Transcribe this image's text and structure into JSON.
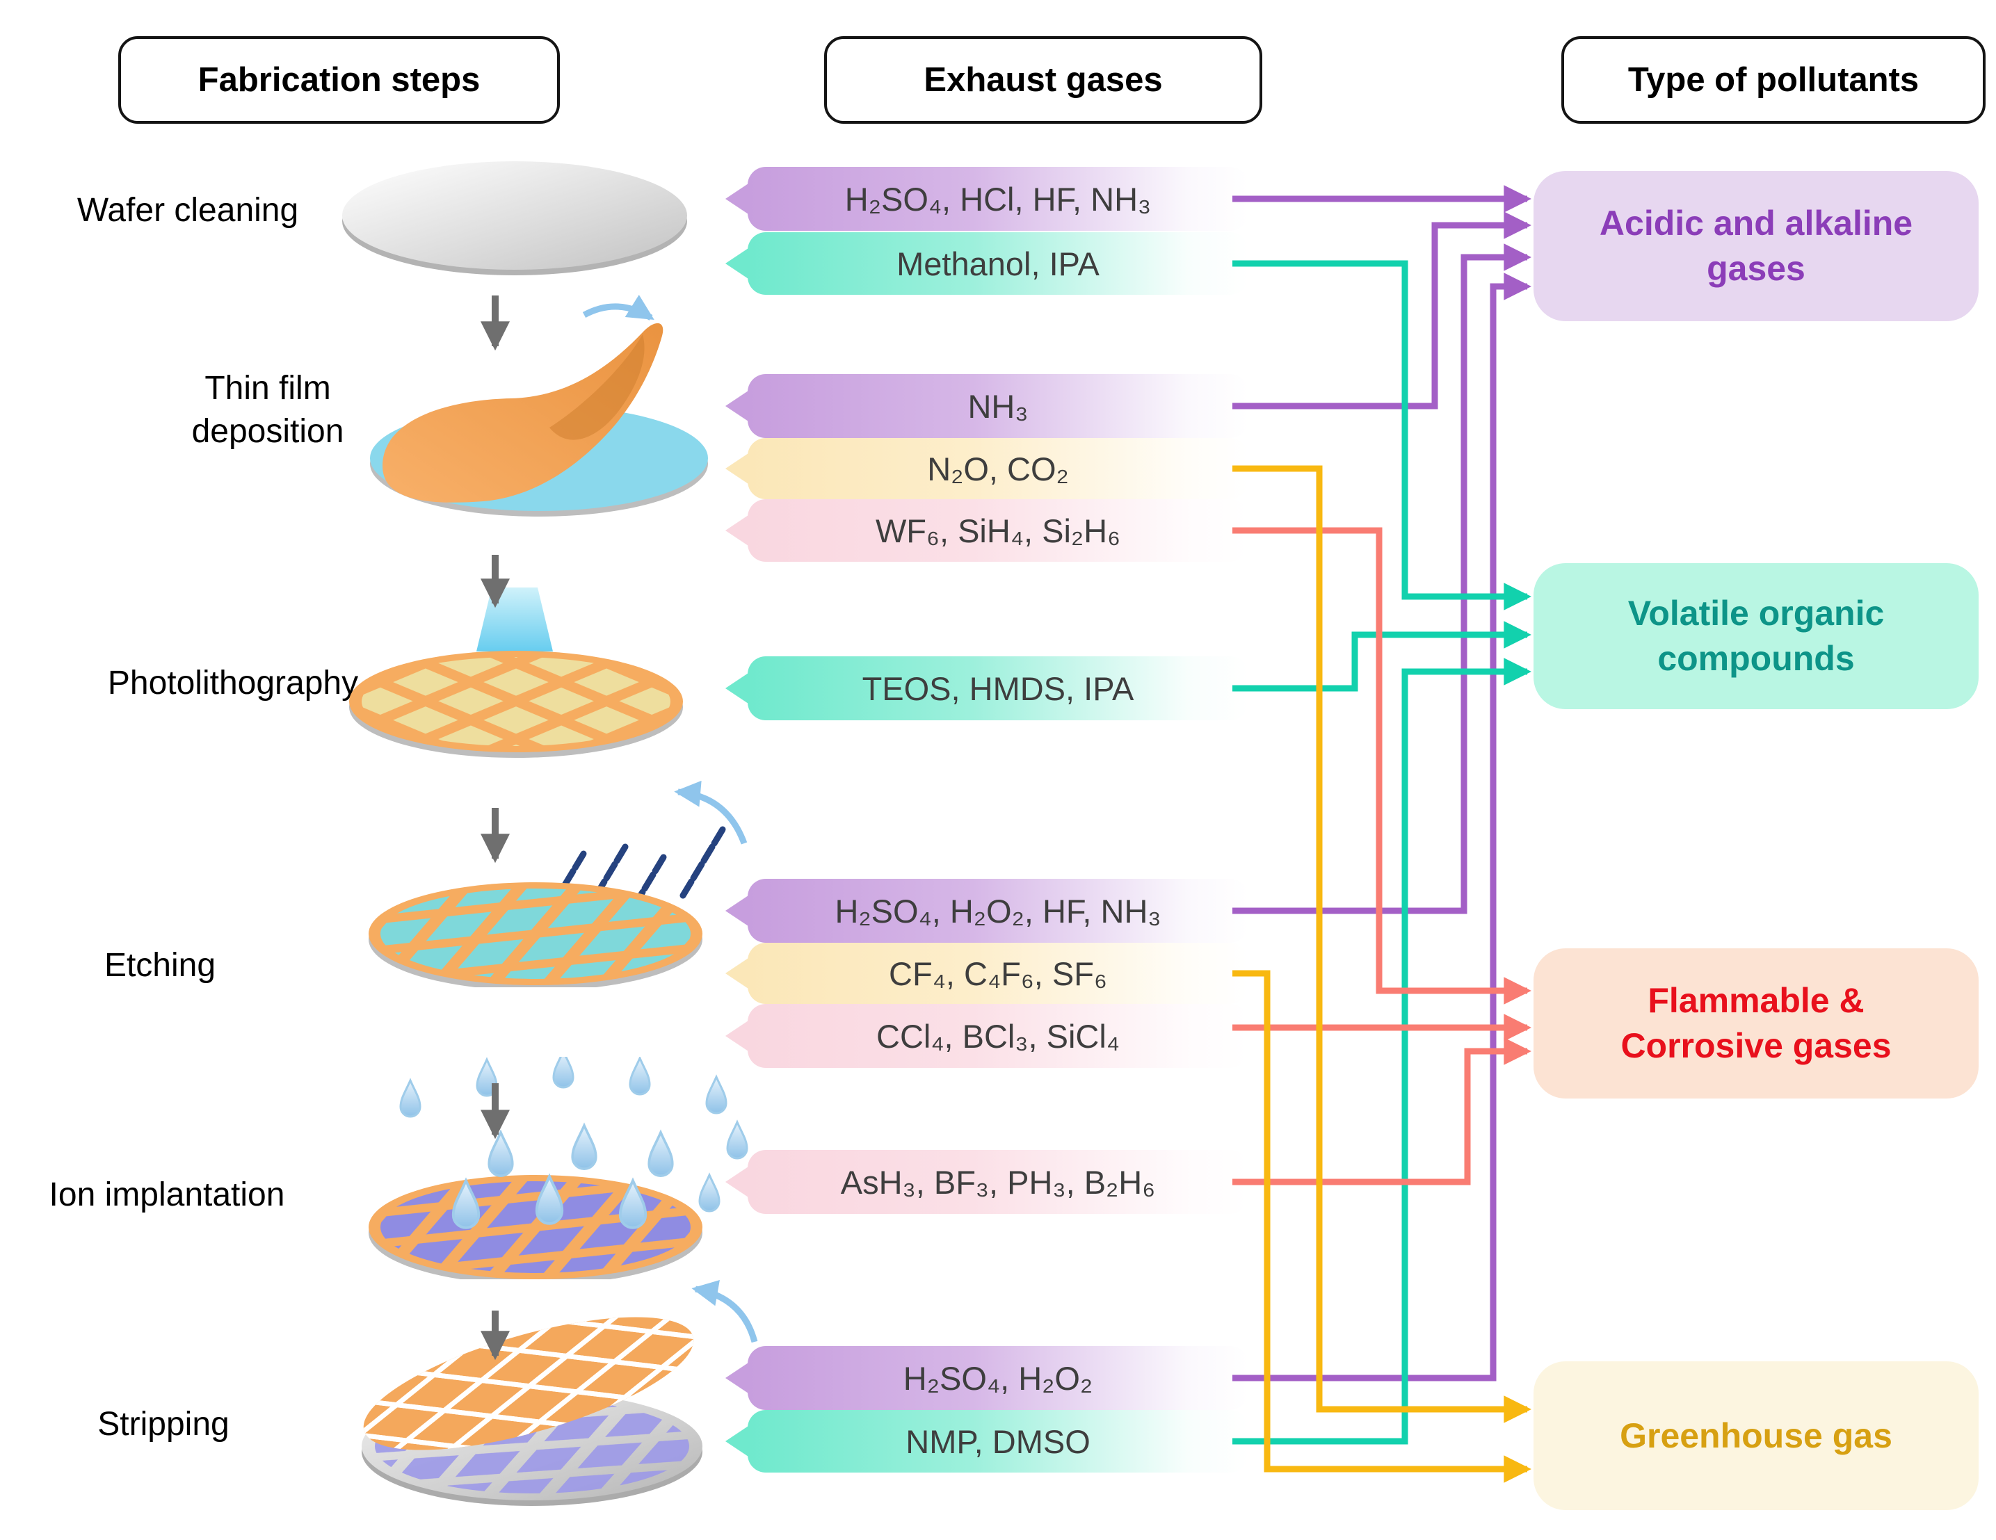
{
  "headers": {
    "fabrication": "Fabrication steps",
    "exhaust": "Exhaust gases",
    "pollutants": "Type of pollutants"
  },
  "steps": [
    {
      "id": "wafer-cleaning",
      "label": "Wafer cleaning"
    },
    {
      "id": "thin-film-deposition",
      "label": "Thin film\ndeposition"
    },
    {
      "id": "photolithography",
      "label": "Photolithography"
    },
    {
      "id": "etching",
      "label": "Etching"
    },
    {
      "id": "ion-implantation",
      "label": "Ion implantation"
    },
    {
      "id": "stripping",
      "label": "Stripping"
    }
  ],
  "bubbles": [
    {
      "step": "Wafer cleaning",
      "color": "purple",
      "text": "H₂SO₄, HCl, HF, NH₃"
    },
    {
      "step": "Wafer cleaning",
      "color": "teal",
      "text": "Methanol, IPA"
    },
    {
      "step": "Thin film deposition",
      "color": "purple",
      "text": "NH₃"
    },
    {
      "step": "Thin film deposition",
      "color": "yellow",
      "text": "N₂O, CO₂"
    },
    {
      "step": "Thin film deposition",
      "color": "pink",
      "text": "WF₆, SiH₄, Si₂H₆"
    },
    {
      "step": "Photolithography",
      "color": "teal",
      "text": "TEOS, HMDS, IPA"
    },
    {
      "step": "Etching",
      "color": "purple",
      "text": "H₂SO₄, H₂O₂, HF, NH₃"
    },
    {
      "step": "Etching",
      "color": "yellow",
      "text": "CF₄, C₄F₆, SF₆"
    },
    {
      "step": "Etching",
      "color": "pink",
      "text": "CCl₄, BCl₃, SiCl₄"
    },
    {
      "step": "Ion implantation",
      "color": "pink",
      "text": "AsH₃, BF₃, PH₃, B₂H₆"
    },
    {
      "step": "Stripping",
      "color": "purple",
      "text": "H₂SO₄, H₂O₂"
    },
    {
      "step": "Stripping",
      "color": "teal",
      "text": "NMP, DMSO"
    }
  ],
  "pollutant_boxes": [
    {
      "id": "acidic",
      "label": "Acidic and alkaline\ngases",
      "fill": "#e7d7f0",
      "text_color": "#8b3db8"
    },
    {
      "id": "voc",
      "label": "Volatile organic\ncompounds",
      "fill": "#b9f6e3",
      "text_color": "#0d9488"
    },
    {
      "id": "flammable",
      "label": "Flammable &\nCorrosive gases",
      "fill": "#fce3d3",
      "text_color": "#e8101c"
    },
    {
      "id": "greenhouse",
      "label": "Greenhouse gas",
      "fill": "#fcf5e0",
      "text_color": "#d7a012"
    }
  ],
  "line_colors": {
    "purple": "#a35fc6",
    "teal": "#12d1ad",
    "red": "#f97c72",
    "gold": "#f8b811"
  },
  "connections": [
    {
      "from": "H₂SO₄, HCl, HF, NH₃ (Wafer cleaning)",
      "to": "Acidic and alkaline gases",
      "color": "purple"
    },
    {
      "from": "Methanol, IPA (Wafer cleaning)",
      "to": "Volatile organic compounds",
      "color": "teal"
    },
    {
      "from": "NH₃ (Thin film deposition)",
      "to": "Acidic and alkaline gases",
      "color": "purple"
    },
    {
      "from": "N₂O, CO₂ (Thin film deposition)",
      "to": "Greenhouse gas",
      "color": "gold"
    },
    {
      "from": "WF₆, SiH₄, Si₂H₆ (Thin film deposition)",
      "to": "Flammable & Corrosive gases",
      "color": "red"
    },
    {
      "from": "TEOS, HMDS, IPA (Photolithography)",
      "to": "Volatile organic compounds",
      "color": "teal"
    },
    {
      "from": "H₂SO₄, H₂O₂, HF, NH₃ (Etching)",
      "to": "Acidic and alkaline gases",
      "color": "purple"
    },
    {
      "from": "CF₄, C₄F₆, SF₆ (Etching)",
      "to": "Greenhouse gas",
      "color": "gold"
    },
    {
      "from": "CCl₄, BCl₃, SiCl₄ (Etching)",
      "to": "Flammable & Corrosive gases",
      "color": "red"
    },
    {
      "from": "AsH₃, BF₃, PH₃, B₂H₆ (Ion implantation)",
      "to": "Flammable & Corrosive gases",
      "color": "red"
    },
    {
      "from": "H₂SO₄, H₂O₂ (Stripping)",
      "to": "Acidic and alkaline gases",
      "color": "purple"
    },
    {
      "from": "NMP, DMSO (Stripping)",
      "to": "Volatile organic compounds",
      "color": "teal"
    }
  ]
}
